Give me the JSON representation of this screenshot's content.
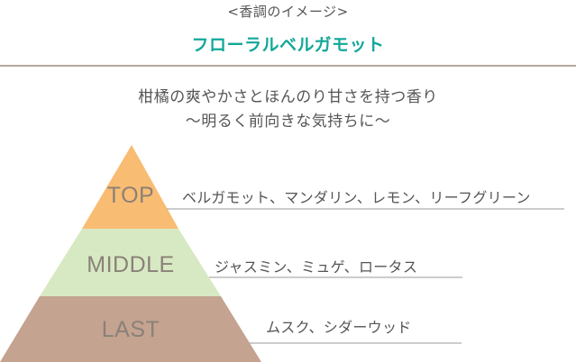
{
  "header": {
    "label": "<香調のイメージ>",
    "title": "フローラルベルガモット"
  },
  "description": {
    "line1": "柑橘の爽やかさとほんのり甘さを持つ香り",
    "line2": "〜明るく前向きな気持ちに〜"
  },
  "pyramid": {
    "tiers": [
      {
        "label": "TOP",
        "notes": "ベルガモット、マンダリン、レモン、リーフグリーン",
        "color": "#f9bc73"
      },
      {
        "label": "MIDDLE",
        "notes": "ジャスミン、ミュゲ、ロータス",
        "color": "#d7e9c3"
      },
      {
        "label": "LAST",
        "notes": "ムスク、シダーウッド",
        "color": "#c4a390"
      }
    ],
    "line_color": "#999999"
  }
}
